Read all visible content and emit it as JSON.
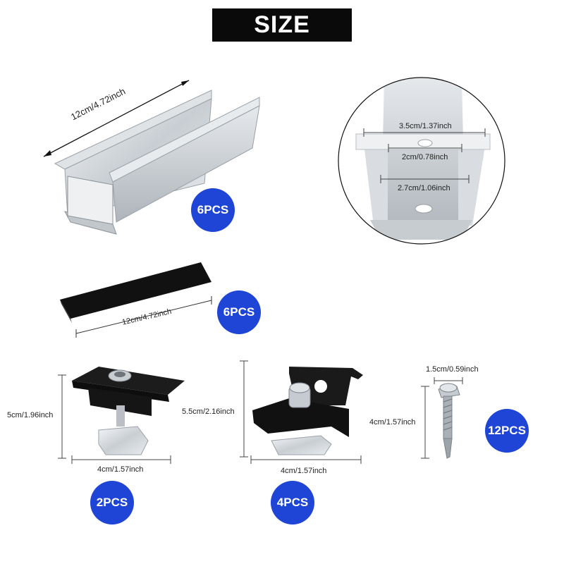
{
  "header": {
    "title": "SIZE"
  },
  "items": {
    "rail": {
      "length_label": "12cm/4.72inch",
      "quantity": "6PCS"
    },
    "rail_detail": {
      "outer_width": "3.5cm/1.37inch",
      "hole_width": "2cm/0.78inch",
      "hole_spacing": "2.7cm/1.06inch"
    },
    "pad": {
      "length_label": "12cm/4.72inch",
      "quantity": "6PCS"
    },
    "mid_clamp": {
      "height_label": "5cm/1.96inch",
      "width_label": "4cm/1.57inch",
      "quantity": "2PCS"
    },
    "end_clamp": {
      "height_label": "5.5cm/2.16inch",
      "width_label": "4cm/1.57inch",
      "quantity": "4PCS"
    },
    "screw": {
      "head_label": "1.5cm/0.59inch",
      "length_label": "4cm/1.57inch",
      "quantity": "12PCS"
    }
  },
  "colors": {
    "badge": "#1f45d6",
    "title_bg": "#0a0a0a"
  }
}
